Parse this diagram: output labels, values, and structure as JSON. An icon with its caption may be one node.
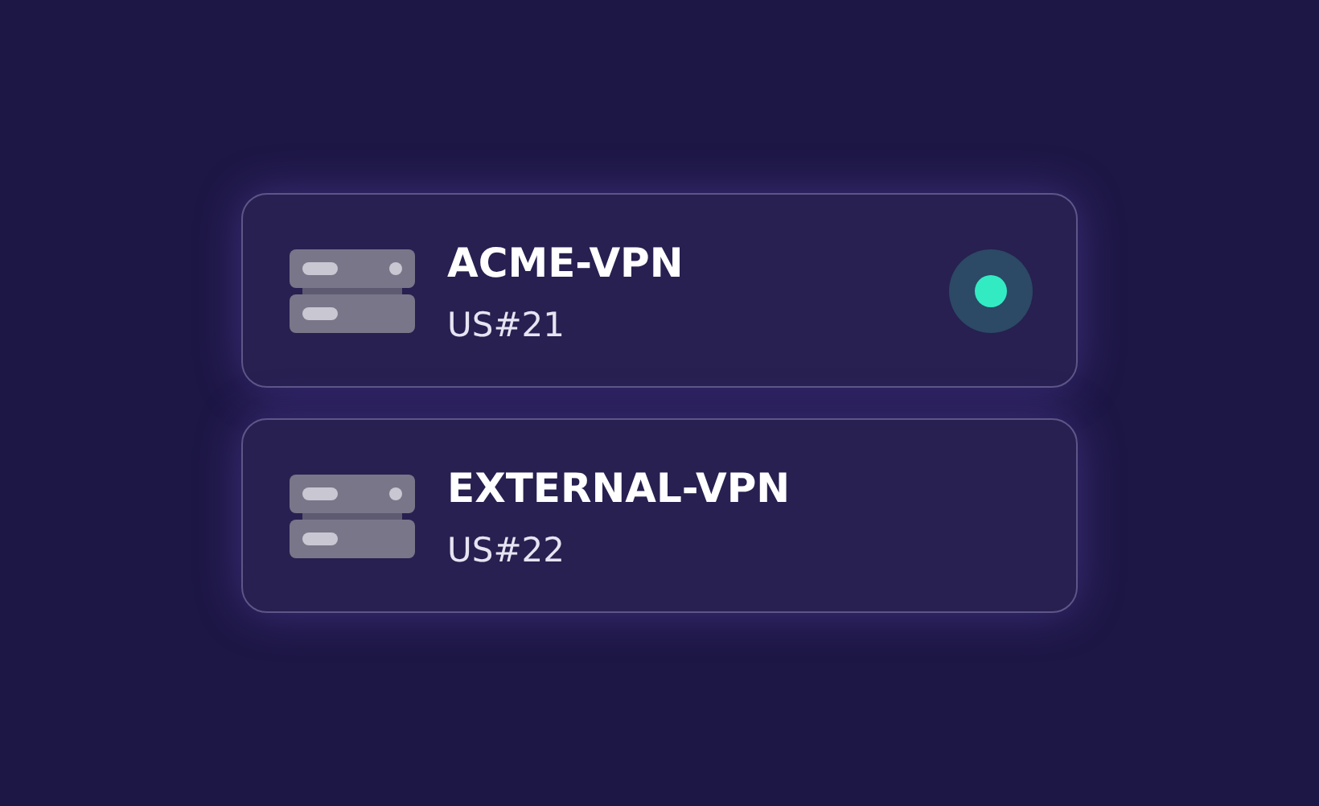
{
  "diagram": {
    "nodes": [
      {
        "text": [
          "ACME-VPN",
          "US#21"
        ]
      },
      {
        "text": [
          "EXTERNAL-VPN",
          "US#22"
        ]
      }
    ]
  }
}
